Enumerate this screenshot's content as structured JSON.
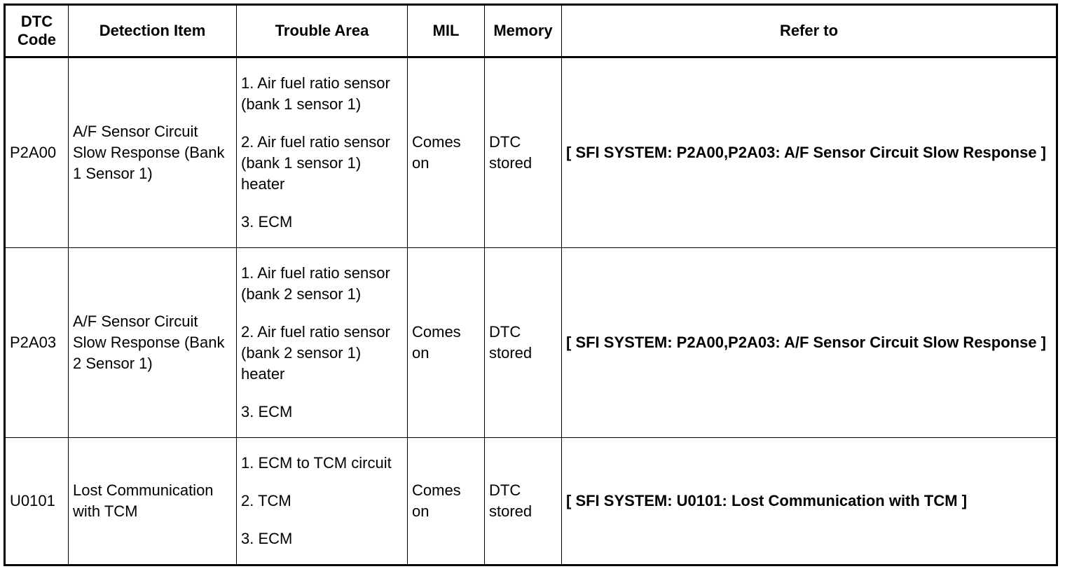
{
  "table": {
    "headers": {
      "code_line1": "DTC",
      "code_line2": "Code",
      "detection": "Detection Item",
      "trouble": "Trouble Area",
      "mil": "MIL",
      "memory": "Memory",
      "refer": "Refer to"
    },
    "rows": [
      {
        "code": "P2A00",
        "detection": "A/F Sensor Circuit Slow Response (Bank 1 Sensor 1)",
        "trouble": [
          "1. Air fuel ratio sensor (bank 1 sensor 1)",
          "2. Air fuel ratio sensor (bank 1 sensor 1) heater",
          "3. ECM"
        ],
        "mil": "Comes on",
        "memory": "DTC stored",
        "refer": "[ SFI SYSTEM: P2A00,P2A03: A/F Sensor Circuit Slow Response ]"
      },
      {
        "code": "P2A03",
        "detection": "A/F Sensor Circuit Slow Response (Bank 2 Sensor 1)",
        "trouble": [
          "1. Air fuel ratio sensor (bank 2 sensor 1)",
          "2. Air fuel ratio sensor (bank 2 sensor 1) heater",
          "3. ECM"
        ],
        "mil": "Comes on",
        "memory": "DTC stored",
        "refer": "[ SFI SYSTEM: P2A00,P2A03: A/F Sensor Circuit Slow Response ]"
      },
      {
        "code": "U0101",
        "detection": "Lost Communication with TCM",
        "trouble": [
          "1. ECM to TCM circuit",
          "2. TCM",
          "3. ECM"
        ],
        "mil": "Comes on",
        "memory": "DTC stored",
        "refer": "[ SFI SYSTEM: U0101: Lost Communication with TCM ]"
      }
    ]
  }
}
